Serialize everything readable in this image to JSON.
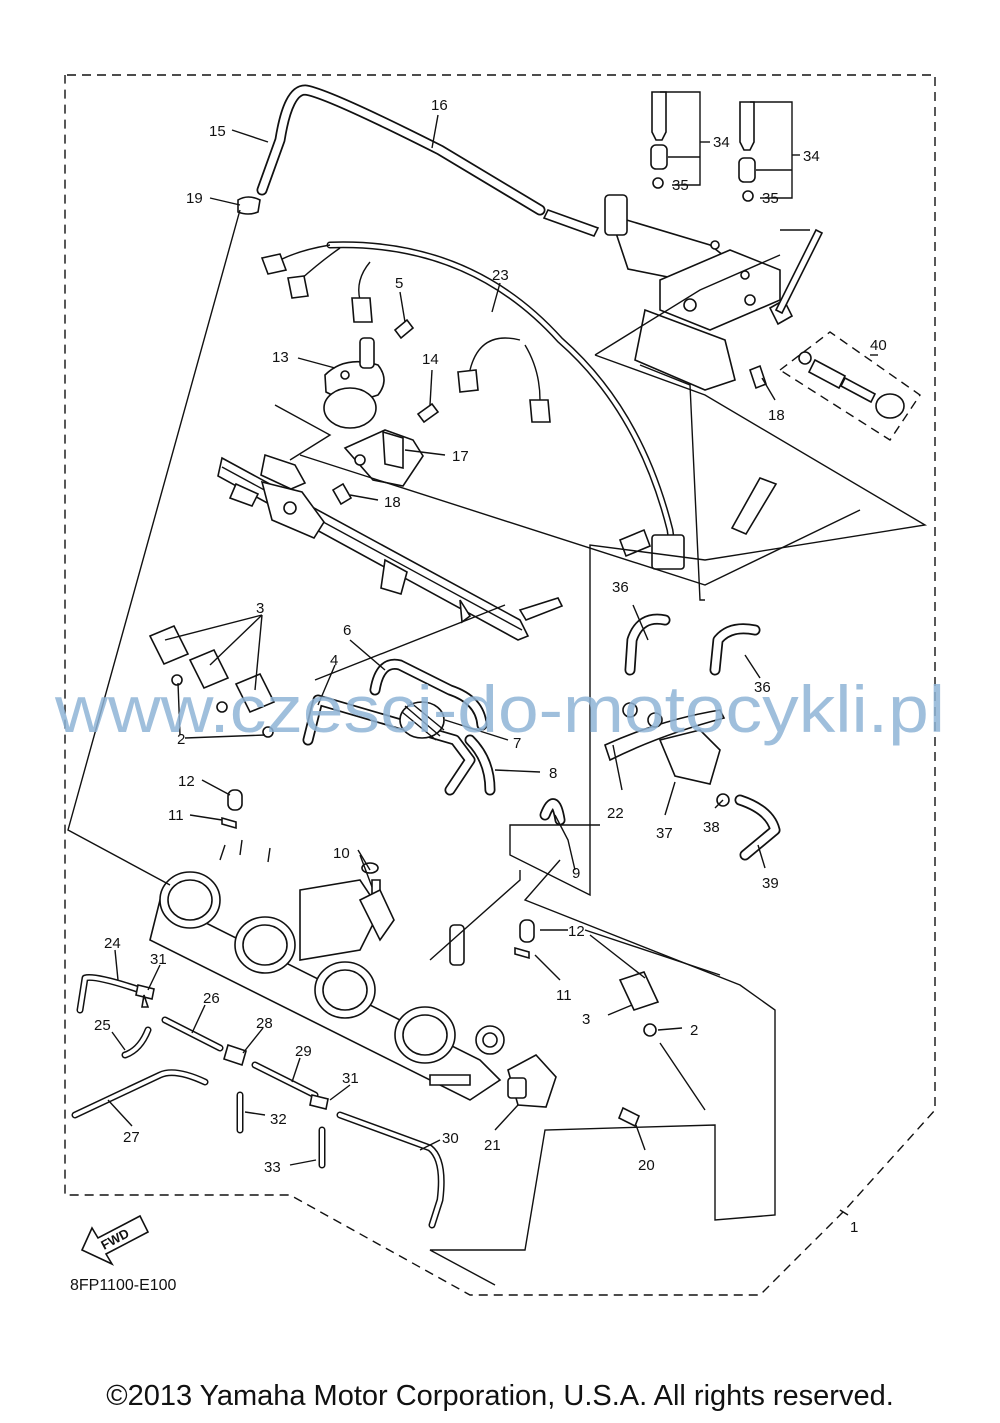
{
  "callouts": [
    {
      "id": "c1",
      "text": "1"
    },
    {
      "id": "c2a",
      "text": "2"
    },
    {
      "id": "c2b",
      "text": "2"
    },
    {
      "id": "c3a",
      "text": "3"
    },
    {
      "id": "c3b",
      "text": "3"
    },
    {
      "id": "c4",
      "text": "4"
    },
    {
      "id": "c5",
      "text": "5"
    },
    {
      "id": "c6",
      "text": "6"
    },
    {
      "id": "c7",
      "text": "7"
    },
    {
      "id": "c8",
      "text": "8"
    },
    {
      "id": "c9",
      "text": "9"
    },
    {
      "id": "c10",
      "text": "10"
    },
    {
      "id": "c11a",
      "text": "11"
    },
    {
      "id": "c11b",
      "text": "11"
    },
    {
      "id": "c12a",
      "text": "12"
    },
    {
      "id": "c12b",
      "text": "12"
    },
    {
      "id": "c13",
      "text": "13"
    },
    {
      "id": "c14",
      "text": "14"
    },
    {
      "id": "c15",
      "text": "15"
    },
    {
      "id": "c16",
      "text": "16"
    },
    {
      "id": "c17",
      "text": "17"
    },
    {
      "id": "c18a",
      "text": "18"
    },
    {
      "id": "c18b",
      "text": "18"
    },
    {
      "id": "c19",
      "text": "19"
    },
    {
      "id": "c20",
      "text": "20"
    },
    {
      "id": "c21",
      "text": "21"
    },
    {
      "id": "c22",
      "text": "22"
    },
    {
      "id": "c23",
      "text": "23"
    },
    {
      "id": "c24",
      "text": "24"
    },
    {
      "id": "c25",
      "text": "25"
    },
    {
      "id": "c26",
      "text": "26"
    },
    {
      "id": "c27",
      "text": "27"
    },
    {
      "id": "c28",
      "text": "28"
    },
    {
      "id": "c29",
      "text": "29"
    },
    {
      "id": "c30",
      "text": "30"
    },
    {
      "id": "c31a",
      "text": "31"
    },
    {
      "id": "c31b",
      "text": "31"
    },
    {
      "id": "c32",
      "text": "32"
    },
    {
      "id": "c33",
      "text": "33"
    },
    {
      "id": "c34a",
      "text": "34"
    },
    {
      "id": "c34b",
      "text": "34"
    },
    {
      "id": "c35a",
      "text": "35"
    },
    {
      "id": "c35b",
      "text": "35"
    },
    {
      "id": "c36a",
      "text": "36"
    },
    {
      "id": "c36b",
      "text": "36"
    },
    {
      "id": "c37",
      "text": "37"
    },
    {
      "id": "c38",
      "text": "38"
    },
    {
      "id": "c39",
      "text": "39"
    },
    {
      "id": "c40",
      "text": "40"
    }
  ],
  "fwd_label": "FWD",
  "diagram_code": "8FP1100-E100",
  "watermark": "www.czesci-do-motocykli.pl",
  "copyright": "©2013 Yamaha Motor Corporation, U.S.A. All rights reserved."
}
